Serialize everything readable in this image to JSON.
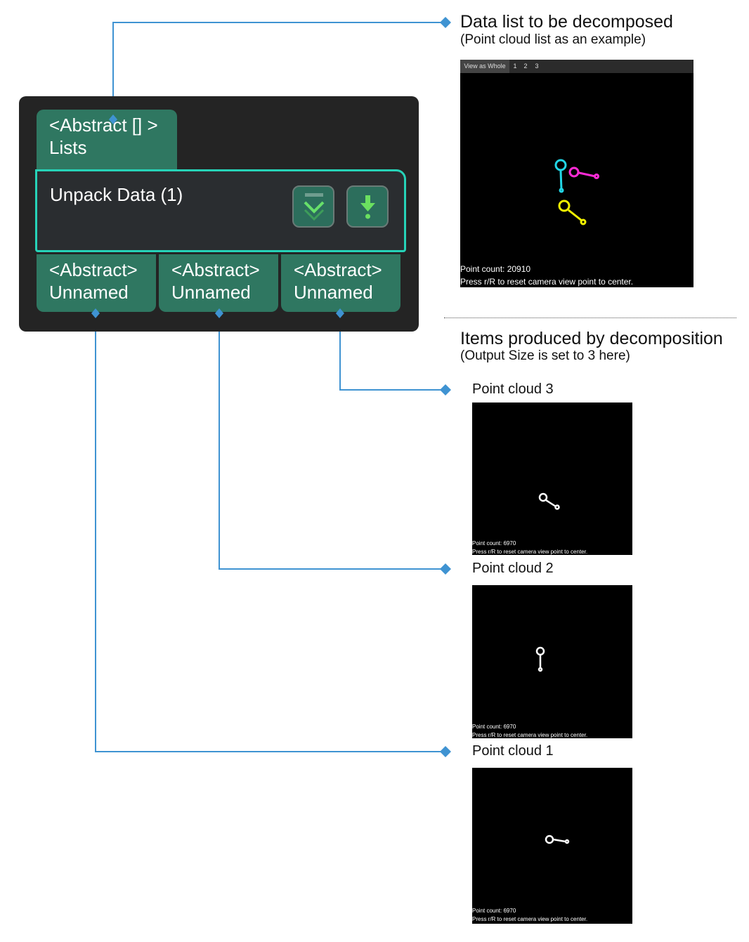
{
  "node": {
    "input_port": {
      "type": "<Abstract [] >",
      "name": "Lists"
    },
    "title": "Unpack Data (1)",
    "output_ports": [
      {
        "type": "<Abstract>",
        "name": "Unnamed"
      },
      {
        "type": "<Abstract>",
        "name": "Unnamed"
      },
      {
        "type": "<Abstract>",
        "name": "Unnamed"
      }
    ],
    "buttons": [
      "chevron-down-icon",
      "download-icon"
    ]
  },
  "input_annotation": {
    "heading": "Data list to be decomposed",
    "subheading": "(Point cloud list as an example)"
  },
  "main_view": {
    "tabs": [
      "View as Whole",
      "1",
      "2",
      "3"
    ],
    "point_count": "Point count: 20910",
    "hint": "Press r/R to reset camera view point to center."
  },
  "output_annotation": {
    "heading": "Items produced by decomposition",
    "subheading": "(Output Size is set to 3 here)"
  },
  "outputs": [
    {
      "label": "Point cloud 3",
      "point_count": "Point count: 6970",
      "hint": "Press r/R to reset camera view point to center."
    },
    {
      "label": "Point cloud 2",
      "point_count": "Point count: 6970",
      "hint": "Press r/R to reset camera view point to center."
    },
    {
      "label": "Point cloud 1",
      "point_count": "Point count: 6970",
      "hint": "Press r/R to reset camera view point to center."
    }
  ],
  "colors": {
    "wire": "#3f93d2",
    "node_bg": "#242424",
    "port": "#2f7761",
    "accent_border": "#26d3b8",
    "cloud_cyan": "#22d6e6",
    "cloud_magenta": "#ff2bd6",
    "cloud_yellow": "#f2f200"
  }
}
